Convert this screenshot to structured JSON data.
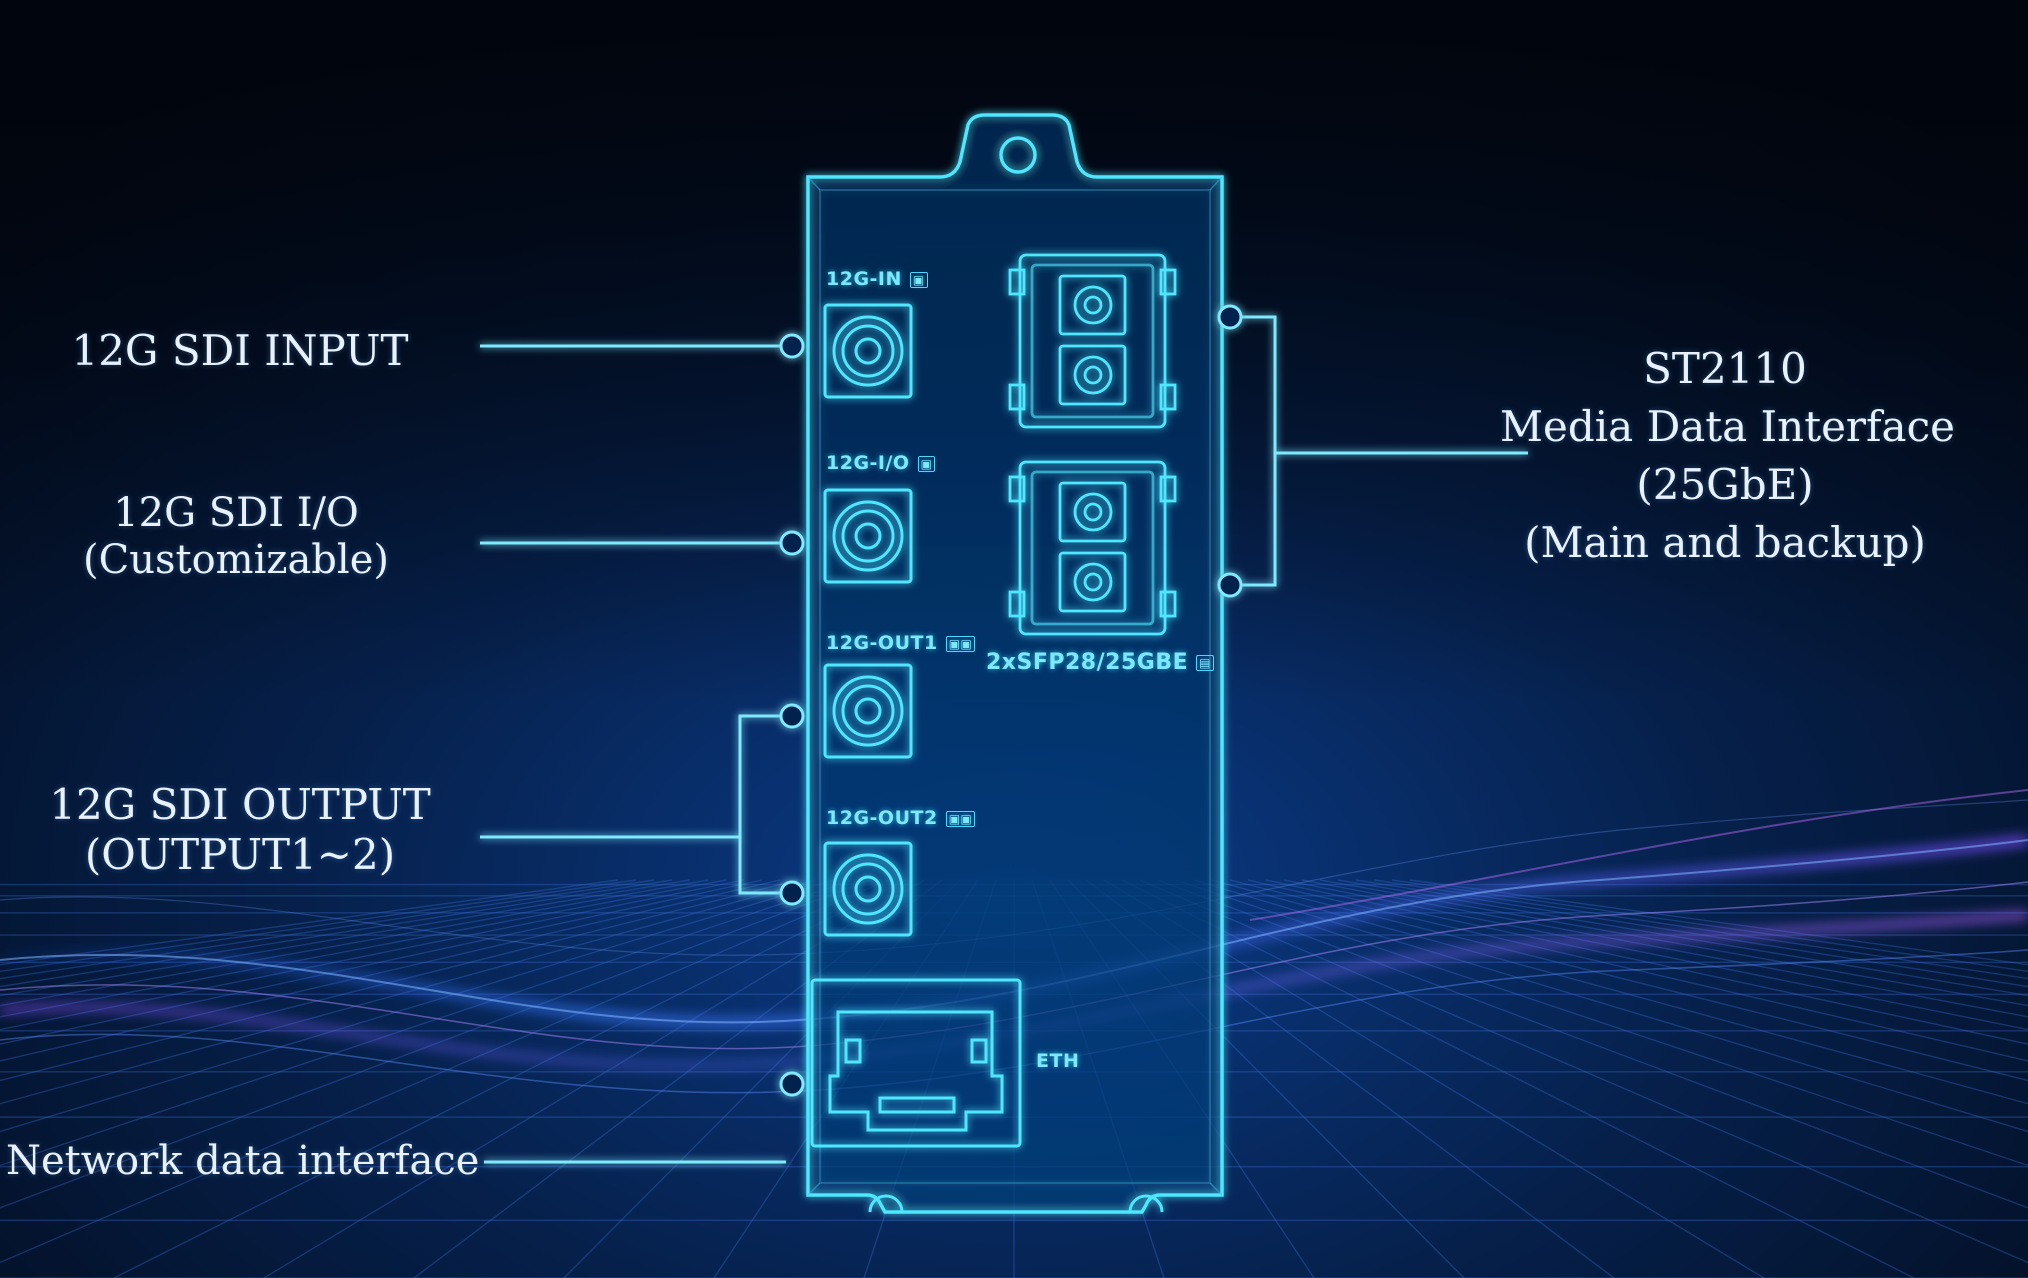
{
  "left_callouts": {
    "sdi_input": [
      "12G SDI INPUT"
    ],
    "sdi_io": [
      "12G SDI I/O",
      "(Customizable)"
    ],
    "sdi_output": [
      "12G SDI OUTPUT",
      "(OUTPUT1~2)"
    ],
    "network": [
      "Network data interface"
    ]
  },
  "right_callout": [
    "ST2110",
    "Media Data Interface",
    "(25GbE)",
    "(Main and backup)"
  ],
  "device": {
    "port_labels": {
      "in": "12G-IN",
      "io": "12G-I/O",
      "out1": "12G-OUT1",
      "out2": "12G-OUT2",
      "sfp": "2xSFP28/25GBE",
      "eth": "ETH"
    },
    "port_badges": {
      "in": "▣",
      "io": "▣",
      "out1": "▣▣",
      "out2": "▣▣",
      "sfp": "▤"
    }
  },
  "colors": {
    "glow": "#4fe6ff",
    "callout_text": "#e8f1ff",
    "background": "#020814"
  }
}
